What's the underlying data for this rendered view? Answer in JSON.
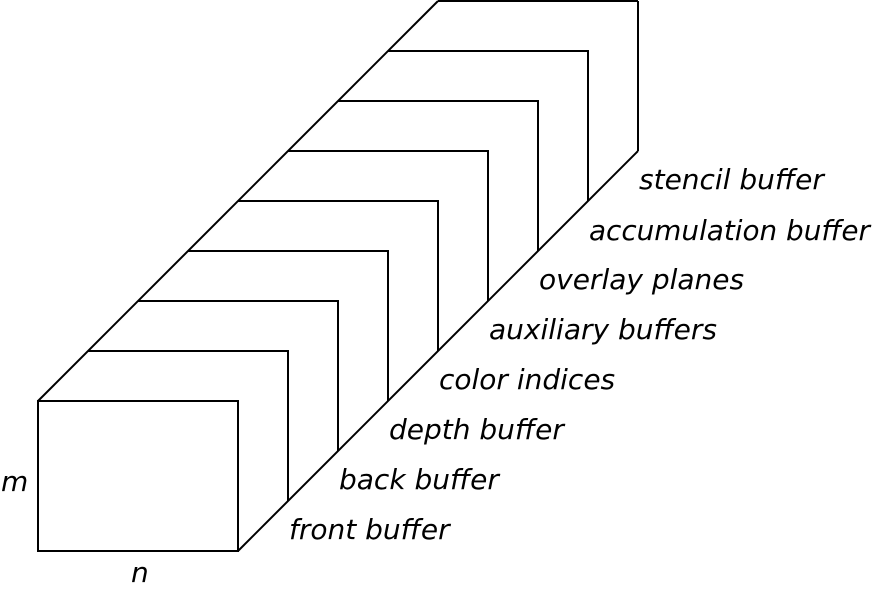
{
  "buffers": [
    "front buffer",
    "back buffer",
    "depth buffer",
    "color indices",
    "auxiliary buffers",
    "overlay planes",
    "accumulation buffer",
    "stencil buffer"
  ],
  "dimensions": {
    "height": "m",
    "width": "n"
  },
  "colors": {
    "line": "#000000",
    "background": "#ffffff"
  }
}
